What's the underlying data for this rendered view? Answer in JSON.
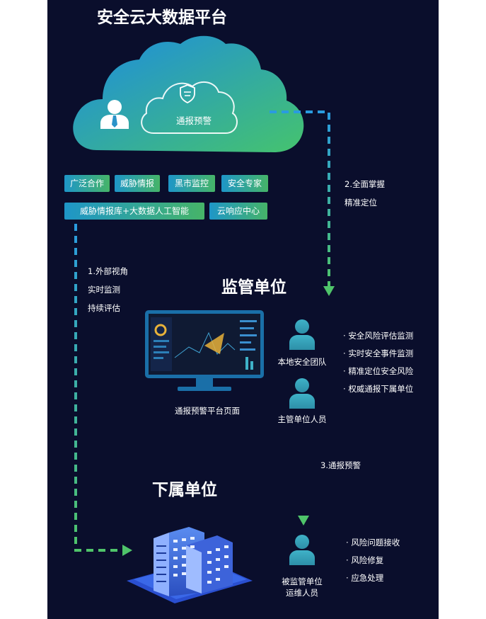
{
  "platform_title": "安全云大数据平台",
  "cloud_label": "通报预警",
  "tags_row1": [
    "广泛合作",
    "威胁情报",
    "黑市监控",
    "安全专家"
  ],
  "tags_row2": [
    "威胁情报库+大数据人工智能",
    "云响应中心"
  ],
  "flow_left": [
    "1.外部视角",
    "实时监测",
    "持续评估"
  ],
  "flow_right": [
    "2.全面掌握",
    "精准定位"
  ],
  "flow_mid": "3.通报预警",
  "supervisor_title": "监管单位",
  "monitor_label": "通报预警平台页面",
  "team_label": "本地安全团队",
  "manager_label": "主管单位人员",
  "supervisor_duties": [
    "安全风险评估监测",
    "实时安全事件监测",
    "精准定位安全风险",
    "权威通报下属单位"
  ],
  "subordinate_title": "下属单位",
  "ops_label_lines": [
    "被监管单位",
    "运维人员"
  ],
  "ops_duties": [
    "风险问题接收",
    "风险修复",
    "应急处理"
  ],
  "colors": {
    "background": "#0a0e2c",
    "accent_blue": "#1e96c8",
    "accent_green": "#46b468"
  }
}
